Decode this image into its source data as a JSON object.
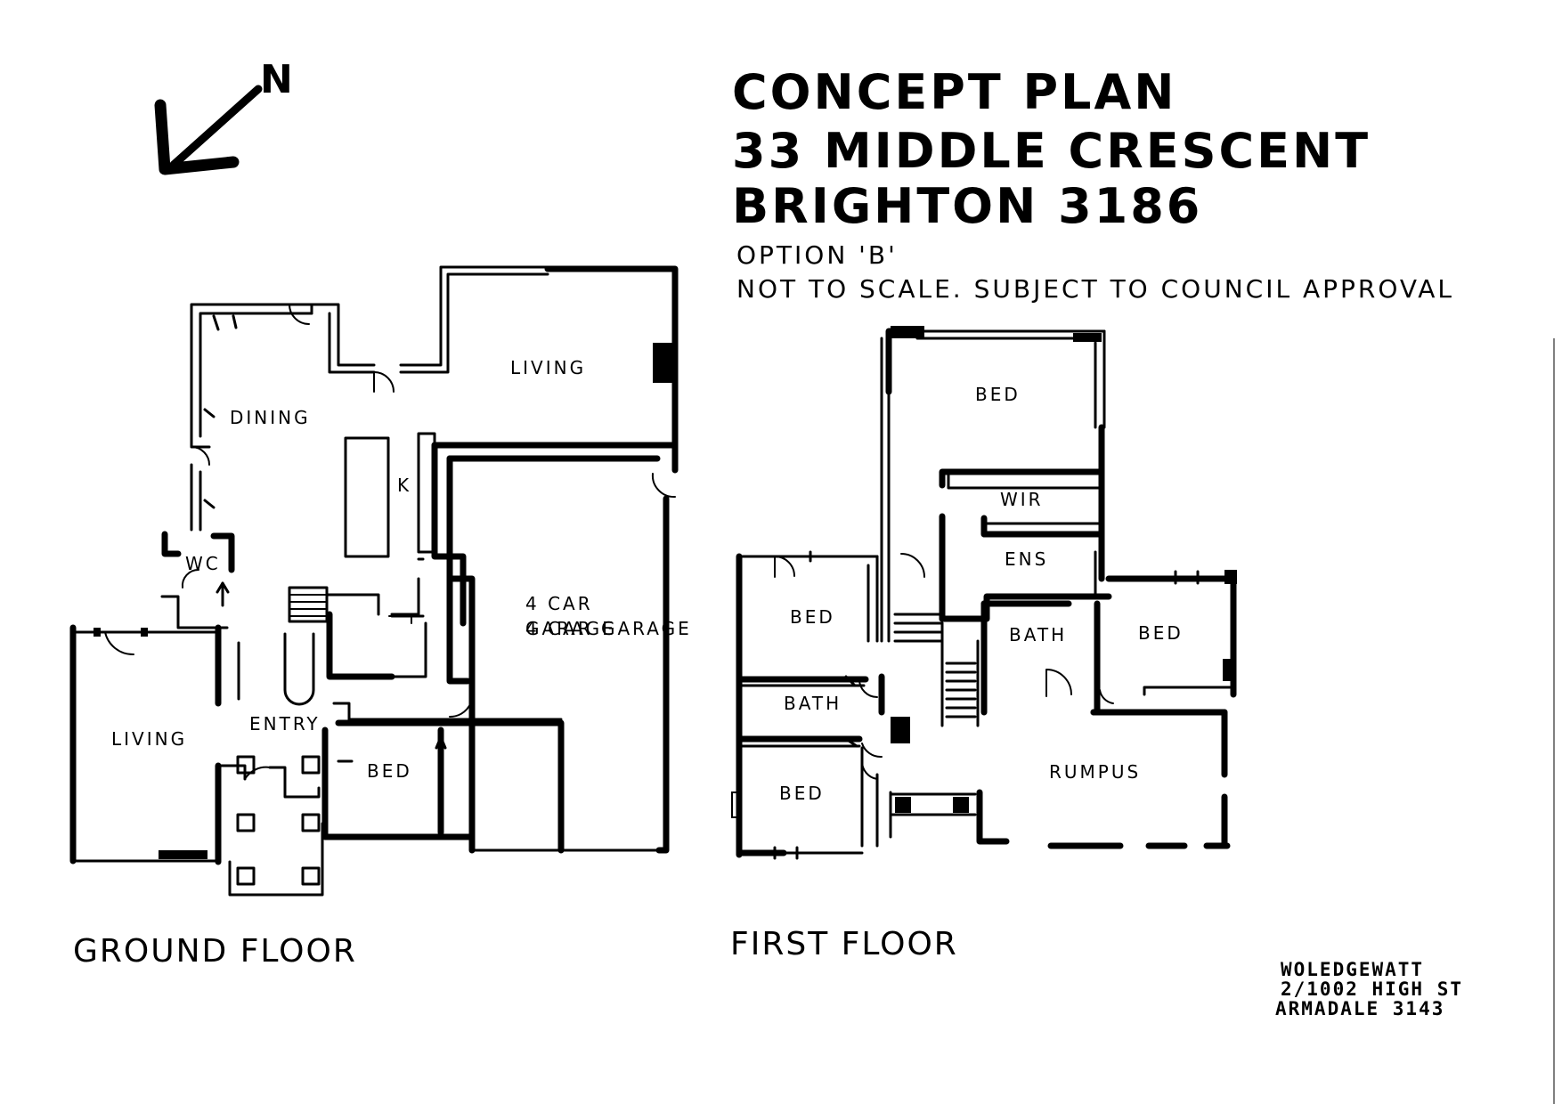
{
  "title": {
    "line1": "CONCEPT PLAN",
    "line2": "33 MIDDLE CRESCENT",
    "line3": "BRIGHTON 3186"
  },
  "subtitle": {
    "option": "OPTION 'B'",
    "note": "NOT TO SCALE.  SUBJECT TO COUNCIL APPROVAL"
  },
  "north_label": "N",
  "ground_floor": {
    "label": "GROUND FLOOR",
    "rooms": {
      "living_upper": "LIVING",
      "dining": "DINING",
      "kitchen": "K",
      "wc": "WC",
      "garage": "4 CAR GARAGE",
      "living_lower": "LIVING",
      "entry": "ENTRY",
      "bed": "BED"
    }
  },
  "first_floor": {
    "label": "FIRST FLOOR",
    "rooms": {
      "bed_top": "BED",
      "wir": "WIR",
      "ens": "ENS",
      "bed_left": "BED",
      "bath_center": "BATH",
      "bed_right": "BED",
      "bath_left": "BATH",
      "bed_bottom": "BED",
      "rumpus": "RUMPUS"
    }
  },
  "architect": {
    "line1": "WOLEDGEWATT",
    "line2": "2/1002 HIGH ST",
    "line3": "ARMADALE  3143"
  }
}
